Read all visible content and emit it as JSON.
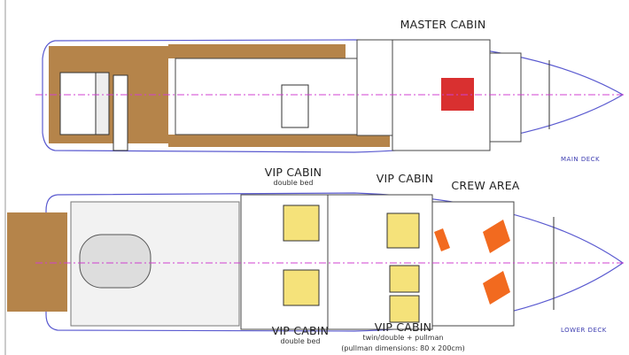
{
  "main_deck": {
    "label": "MAIN DECK",
    "rooms": [
      {
        "title": "MASTER CABIN"
      }
    ]
  },
  "lower_deck": {
    "label": "LOWER DECK",
    "rooms": [
      {
        "title": "VIP CABIN",
        "subtitle": "double bed"
      },
      {
        "title": "VIP CABIN"
      },
      {
        "title": "CREW AREA"
      },
      {
        "title": "VIP CABIN",
        "subtitle": "double bed"
      },
      {
        "title": "VIP CABIN",
        "subtitle": "twin/double + pullman",
        "note": "(pullman dimensions: 80 x 200cm)"
      }
    ]
  },
  "colors": {
    "hull": "#5a5ad0",
    "teak": "#b5844a",
    "master_bed": "#d93030",
    "vip_bed": "#f5e27a",
    "crew_bunk": "#f26a1f",
    "centerline": "#d040d0"
  }
}
